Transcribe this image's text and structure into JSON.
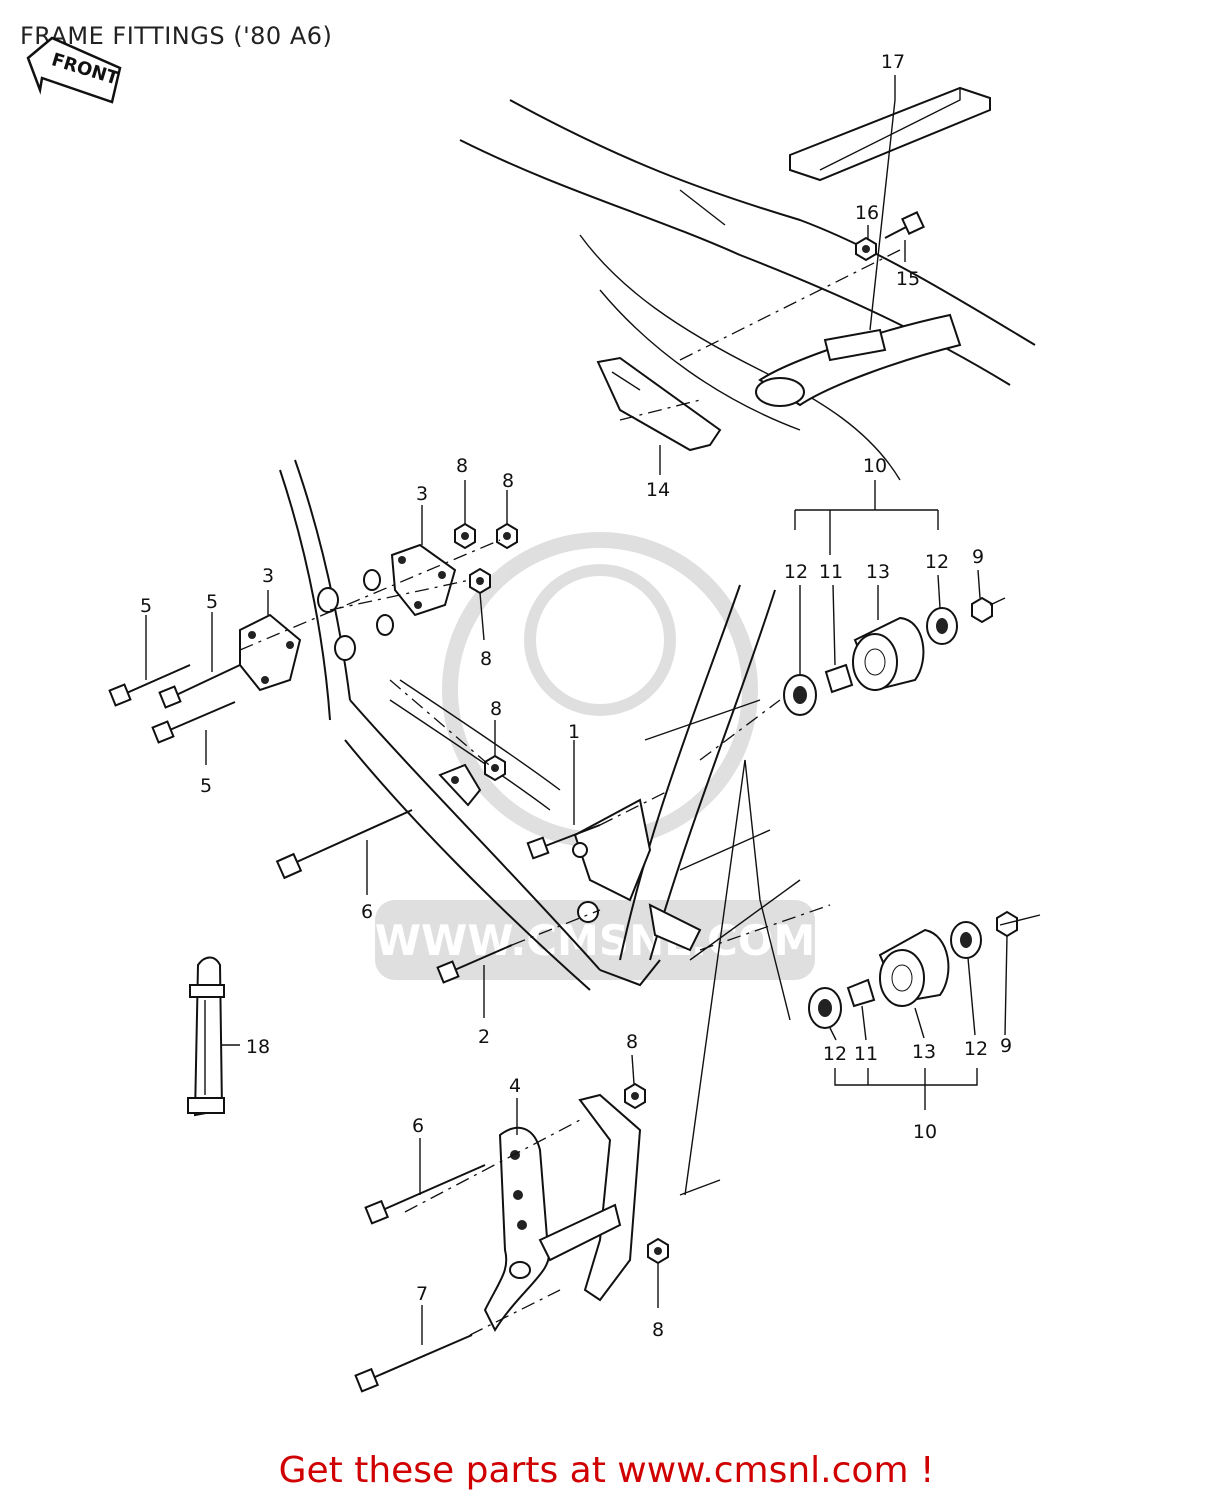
{
  "title": "FRAME FITTINGS ('80 A6)",
  "front_arrow_label": "FRONT",
  "footer_text": "Get these parts at www.cmsnl.com !",
  "watermark_text": "WWW.CMSNL.COM",
  "callouts": [
    {
      "id": "c1",
      "label": "1"
    },
    {
      "id": "c2",
      "label": "2"
    },
    {
      "id": "c3a",
      "label": "3"
    },
    {
      "id": "c3b",
      "label": "3"
    },
    {
      "id": "c4",
      "label": "4"
    },
    {
      "id": "c5a",
      "label": "5"
    },
    {
      "id": "c5b",
      "label": "5"
    },
    {
      "id": "c5c",
      "label": "5"
    },
    {
      "id": "c6a",
      "label": "6"
    },
    {
      "id": "c6b",
      "label": "6"
    },
    {
      "id": "c7",
      "label": "7"
    },
    {
      "id": "c8a",
      "label": "8"
    },
    {
      "id": "c8b",
      "label": "8"
    },
    {
      "id": "c8c",
      "label": "8"
    },
    {
      "id": "c8d",
      "label": "8"
    },
    {
      "id": "c8e",
      "label": "8"
    },
    {
      "id": "c8f",
      "label": "8"
    },
    {
      "id": "c9a",
      "label": "9"
    },
    {
      "id": "c9b",
      "label": "9"
    },
    {
      "id": "c10a",
      "label": "10"
    },
    {
      "id": "c10b",
      "label": "10"
    },
    {
      "id": "c11a",
      "label": "11"
    },
    {
      "id": "c11b",
      "label": "11"
    },
    {
      "id": "c12a",
      "label": "12"
    },
    {
      "id": "c12b",
      "label": "12"
    },
    {
      "id": "c12c",
      "label": "12"
    },
    {
      "id": "c12d",
      "label": "12"
    },
    {
      "id": "c13a",
      "label": "13"
    },
    {
      "id": "c13b",
      "label": "13"
    },
    {
      "id": "c14",
      "label": "14"
    },
    {
      "id": "c15",
      "label": "15"
    },
    {
      "id": "c16",
      "label": "16"
    },
    {
      "id": "c17",
      "label": "17"
    },
    {
      "id": "c18",
      "label": "18"
    }
  ]
}
